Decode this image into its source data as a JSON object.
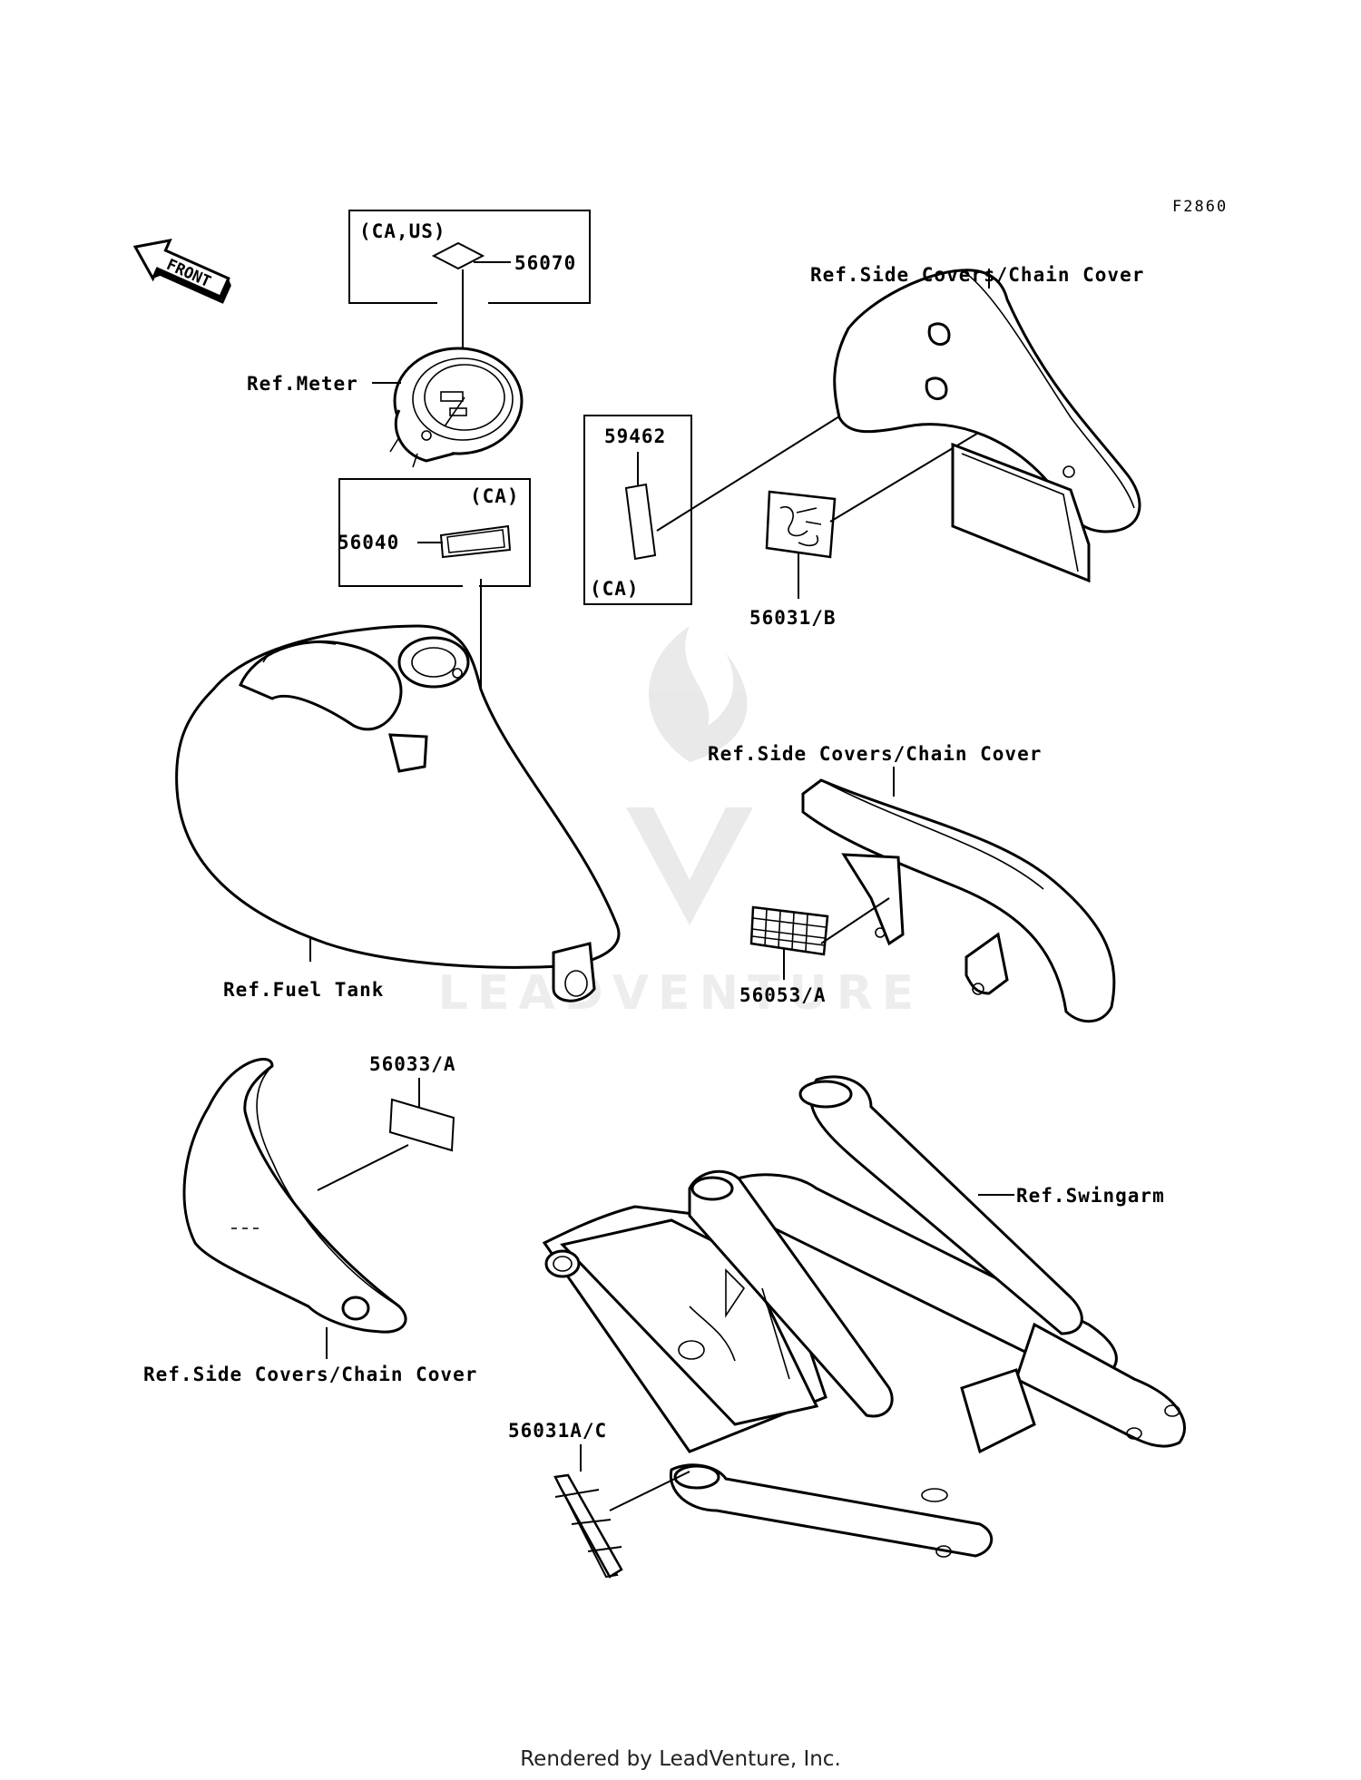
{
  "diagram_code": "F2860",
  "front_arrow": "FRONT",
  "callouts": {
    "label_56070": "56070",
    "label_56070_region": "(CA,US)",
    "label_56040": "56040",
    "label_56040_region": "(CA)",
    "label_59462": "59462",
    "label_59462_region": "(CA)",
    "label_56031b": "56031/B",
    "label_56053a": "56053/A",
    "label_56033a": "56033/A",
    "label_56031ac": "56031A/C"
  },
  "references": {
    "meter": "Ref.Meter",
    "fuel_tank": "Ref.Fuel Tank",
    "side_covers_1": "Ref.Side Covers/Chain Cover",
    "side_covers_2": "Ref.Side Covers/Chain Cover",
    "side_covers_3": "Ref.Side Covers/Chain Cover",
    "swingarm": "Ref.Swingarm"
  },
  "watermark": "LEADVENTURE",
  "footer": "Rendered by LeadVenture, Inc."
}
